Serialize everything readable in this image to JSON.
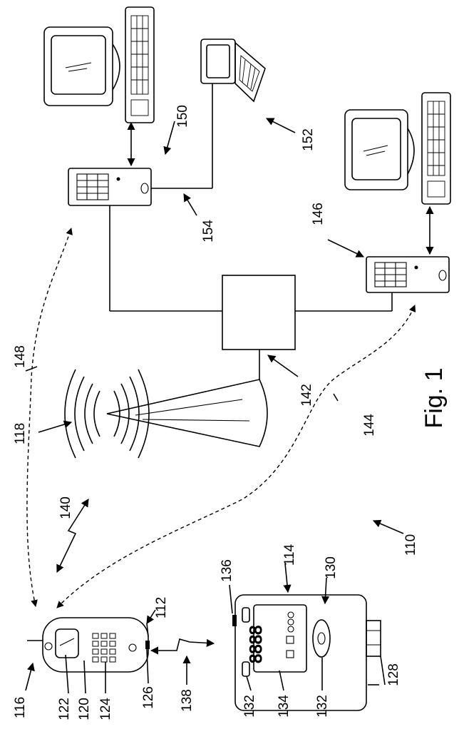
{
  "figure": {
    "caption": "Fig. 1"
  },
  "refs": {
    "r110": "110",
    "r112": "112",
    "r114": "114",
    "r116": "116",
    "r118": "118",
    "r120": "120",
    "r122": "122",
    "r124": "124",
    "r126": "126",
    "r128": "128",
    "r130": "130",
    "r132a": "132",
    "r132b": "132",
    "r134": "134",
    "r136": "136",
    "r138": "138",
    "r140": "140",
    "r142": "142",
    "r144": "144",
    "r146": "146",
    "r148": "148",
    "r150": "150",
    "r152": "152",
    "r154": "154"
  }
}
